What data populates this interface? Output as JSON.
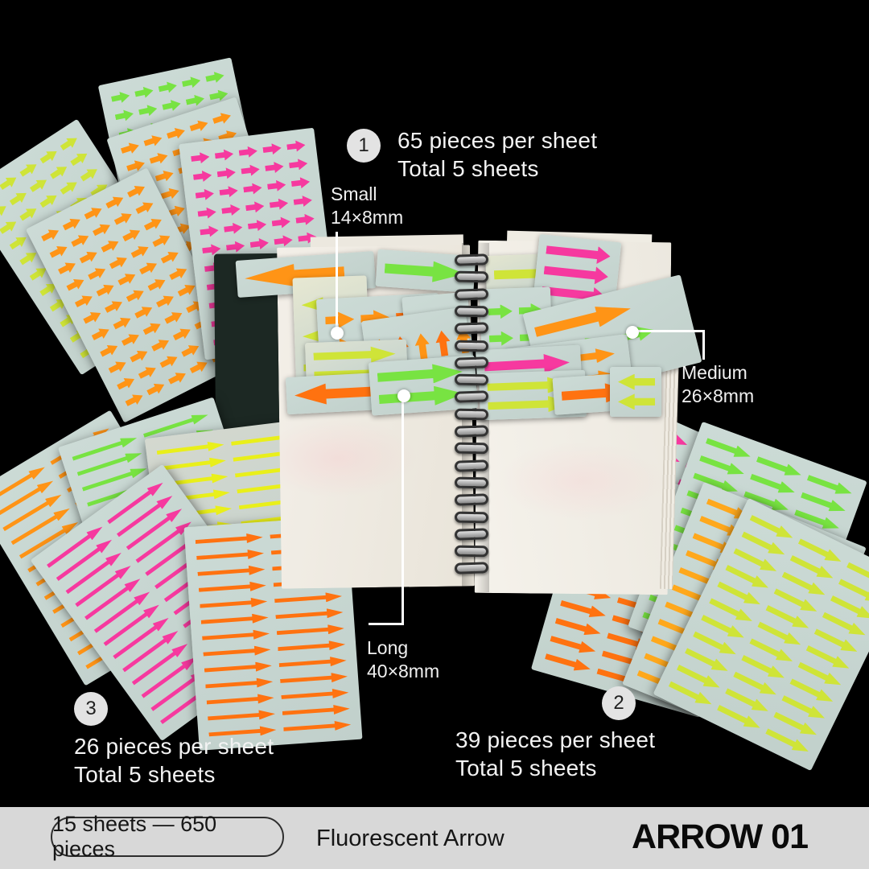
{
  "annotations": {
    "spec1": {
      "badge": "1",
      "line1": "65 pieces per sheet",
      "line2": "Total 5 sheets"
    },
    "spec2": {
      "badge": "2",
      "line1": "39 pieces per sheet",
      "line2": "Total 5 sheets"
    },
    "spec3": {
      "badge": "3",
      "line1": "26 pieces per sheet",
      "line2": "Total 5 sheets"
    },
    "size_small": {
      "name": "Small",
      "dims": "14×8mm"
    },
    "size_medium": {
      "name": "Medium",
      "dims": "26×8mm"
    },
    "size_long": {
      "name": "Long",
      "dims": "40×8mm"
    }
  },
  "footer": {
    "pill": "15 sheets — 650 pieces",
    "product_name": "Fluorescent Arrow",
    "product_code": "ARROW 01"
  },
  "colors": {
    "background": "#000000",
    "sheet_mint": "#ccdbd6",
    "sheet_ivory": "#e7e8d2",
    "green": "#78e342",
    "chartreuse": "#cfe438",
    "yellow": "#e9ef1a",
    "orange": "#ff9416",
    "amber": "#ffa81c",
    "deep_orange": "#ff7210",
    "pink": "#f6399f",
    "page_white": "#f2eee6",
    "cover_dark": "#1c2823",
    "footer_gray": "#d8d8d8",
    "badge_gray": "#e3e3e3",
    "callout_white": "#ffffff"
  }
}
